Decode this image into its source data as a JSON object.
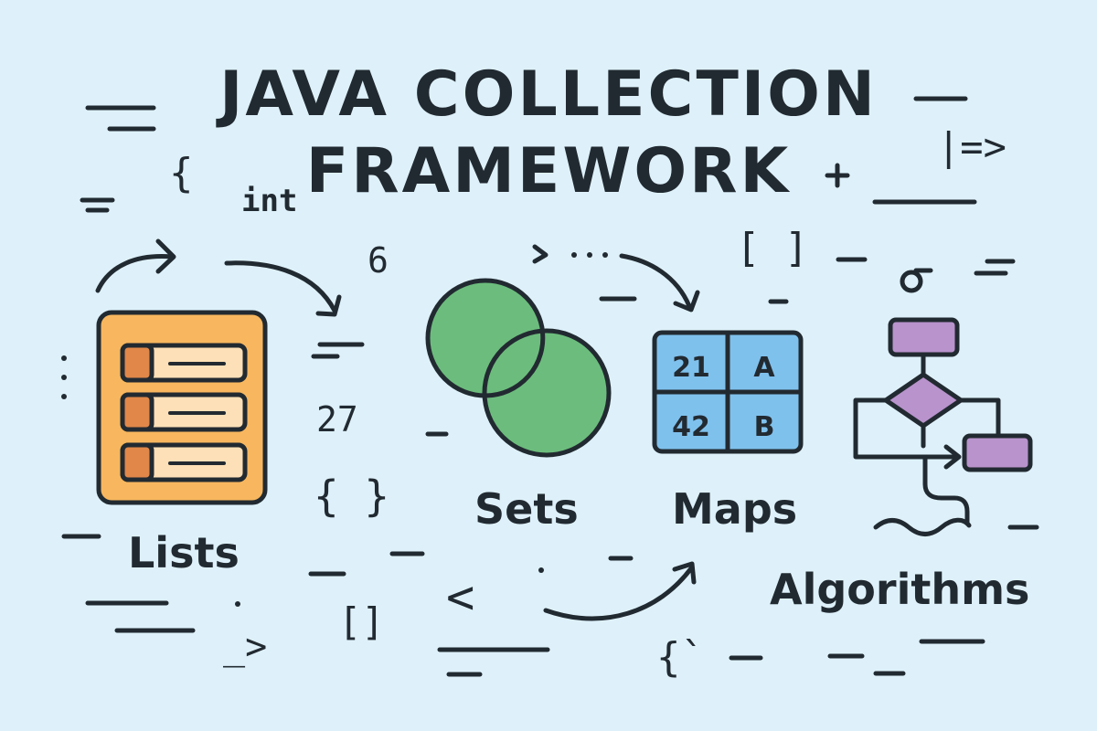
{
  "title": {
    "line1": "JAVA COLLECTION",
    "line2": "FRAMEWORK"
  },
  "labels": {
    "lists": "Lists",
    "sets": "Sets",
    "maps": "Maps",
    "algorithms": "Algorithms"
  },
  "map_table": {
    "r1c1": "21",
    "r1c2": "A",
    "r2c1": "42",
    "r2c2": "B"
  },
  "decor": {
    "brace_open": "{",
    "int_kw": "int",
    "num_6": "6",
    "num_27": "27",
    "braces": "{ }",
    "brackets_top": "[ ]",
    "brackets_bottom": "[]",
    "plus": "+",
    "pipe_arrow": "|=>",
    "less_than": "<",
    "arrow_bottom": "_>",
    "brace_bottom": "{`"
  },
  "colors": {
    "background": "#def1fa",
    "ink": "#222a31",
    "list_fill": "#f8b75e",
    "list_row": "#fde0b7",
    "list_marker": "#e08749",
    "set_fill": "#6cbd7d",
    "map_fill": "#7fc1ed",
    "algo_fill": "#b893cc"
  }
}
